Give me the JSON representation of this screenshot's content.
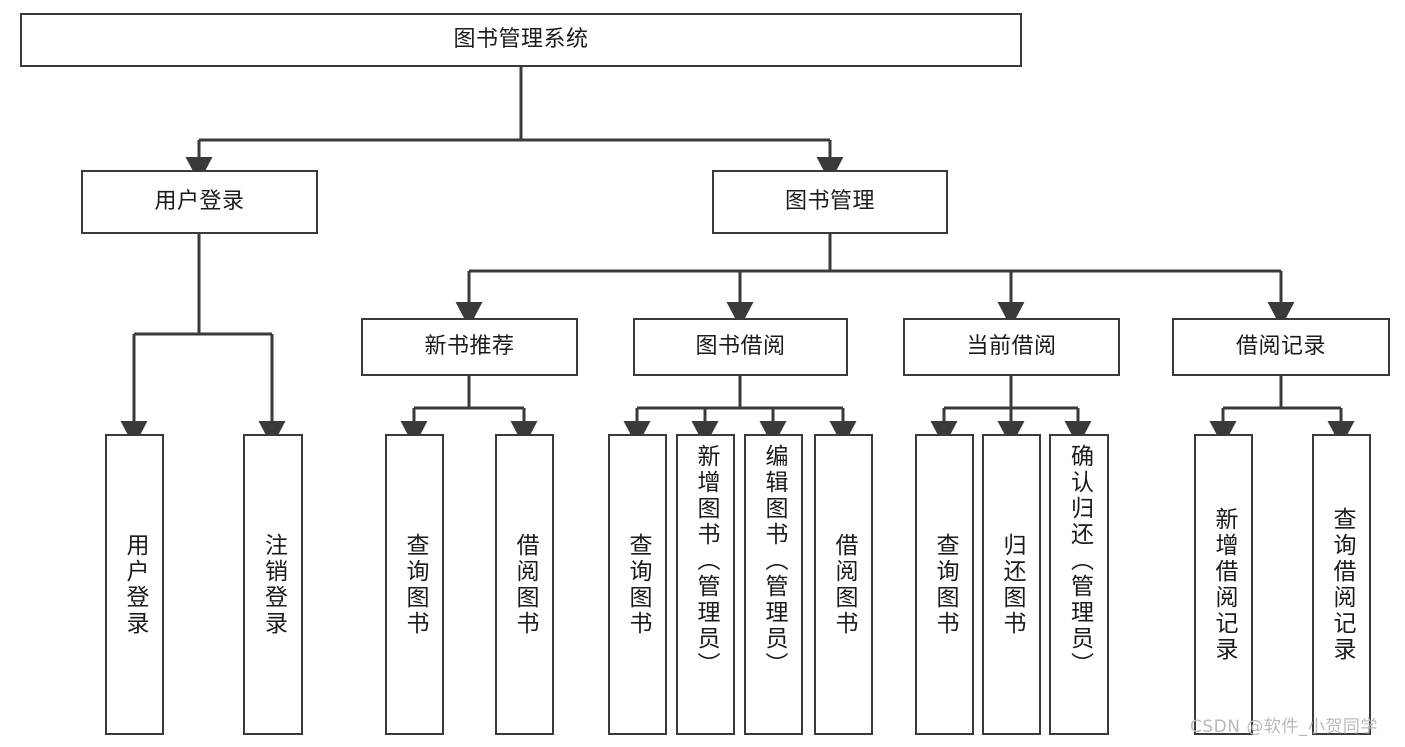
{
  "diagram": {
    "title": "图书管理系统",
    "root": {
      "label": "图书管理系统"
    },
    "level2": [
      {
        "label": "用户登录"
      },
      {
        "label": "图书管理"
      }
    ],
    "level3": [
      {
        "label": "新书推荐"
      },
      {
        "label": "图书借阅"
      },
      {
        "label": "当前借阅"
      },
      {
        "label": "借阅记录"
      }
    ],
    "leaves": {
      "user_login": [
        {
          "label": "用户登录"
        },
        {
          "label": "注销登录"
        }
      ],
      "new_book_recommend": [
        {
          "label": "查询图书"
        },
        {
          "label": "借阅图书"
        }
      ],
      "book_borrow": [
        {
          "label": "查询图书"
        },
        {
          "label": "新增图书（管理员）"
        },
        {
          "label": "编辑图书（管理员）"
        },
        {
          "label": "借阅图书"
        }
      ],
      "current_borrow": [
        {
          "label": "查询图书"
        },
        {
          "label": "归还图书"
        },
        {
          "label": "确认归还（管理员）"
        }
      ],
      "borrow_record": [
        {
          "label": "新增借阅记录"
        },
        {
          "label": "查询借阅记录"
        }
      ]
    },
    "watermark": "CSDN @软件_小贺同学",
    "colors": {
      "stroke": "#3a3a3a",
      "background": "#ffffff",
      "text": "#1b1b1b",
      "watermark": "#b9b9b9"
    }
  }
}
